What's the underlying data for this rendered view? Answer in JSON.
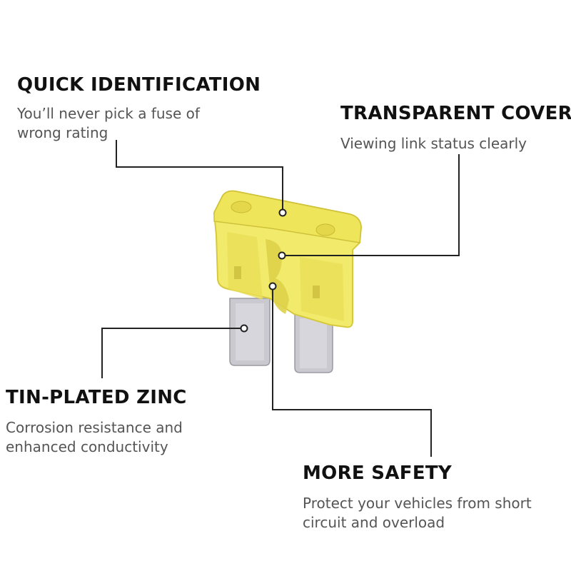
{
  "features": [
    {
      "id": "quick-identification",
      "title": "QUICK IDENTIFICATION",
      "description": "You’ll never pick a fuse of\nwrong rating"
    },
    {
      "id": "transparent-cover",
      "title": "TRANSPARENT COVER",
      "description": "Viewing link status clearly"
    },
    {
      "id": "tin-plated-zinc",
      "title": "TIN-PLATED ZINC",
      "description": "Corrosion resistance and\nenhanced conductivity"
    },
    {
      "id": "more-safety",
      "title": "MORE SAFETY",
      "description": "Protect your vehicles from short\ncircuit and overload"
    }
  ],
  "colors": {
    "fuse_body": "#f2ea6a",
    "fuse_shadow": "#d6c93e",
    "terminal": "#c9c9cf",
    "leader_line": "#222222"
  },
  "icons": {
    "product": "yellow-blade-fuse"
  }
}
